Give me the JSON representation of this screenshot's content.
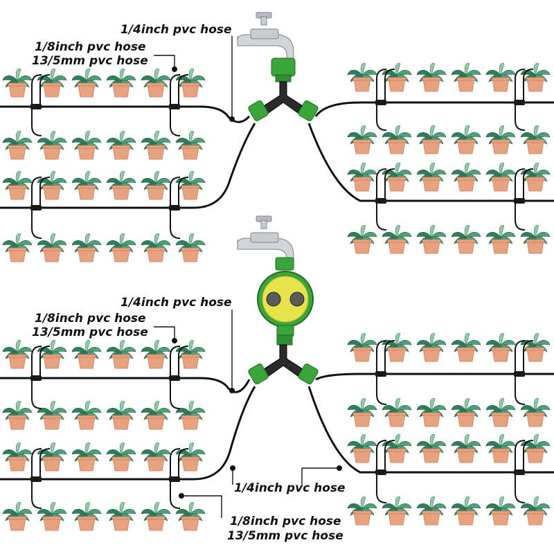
{
  "callouts": {
    "top_main_hose": "1/4inch pvc hose",
    "top_micro_hose_line1": "1/8inch pvc hose",
    "top_micro_hose_line2": "13/5mm pvc hose",
    "bottom_main_hose": "1/4inch pvc hose",
    "bottom_micro_hose_line1": "1/8inch pvc hose",
    "bottom_micro_hose_line2": "13/5mm pvc hose",
    "bottom_branch_hose": "1/4inch pvc hose",
    "bottom_drip_hose_line1": "1/8inch pvc hose",
    "bottom_drip_hose_line2": "13/5mm pvc hose"
  },
  "colors": {
    "hose": "#111111",
    "fitting_green": "#3aa53a",
    "timer_yellow": "#e7e34a",
    "faucet_silver": "#c9ccd1",
    "pot_terracotta": "#e8a27f",
    "leaf_green": "#2f7f5c"
  },
  "icons": {
    "tap": "faucet-icon",
    "timer": "water-timer-icon",
    "splitter": "y-splitter-icon",
    "plant": "potted-plant-icon"
  }
}
